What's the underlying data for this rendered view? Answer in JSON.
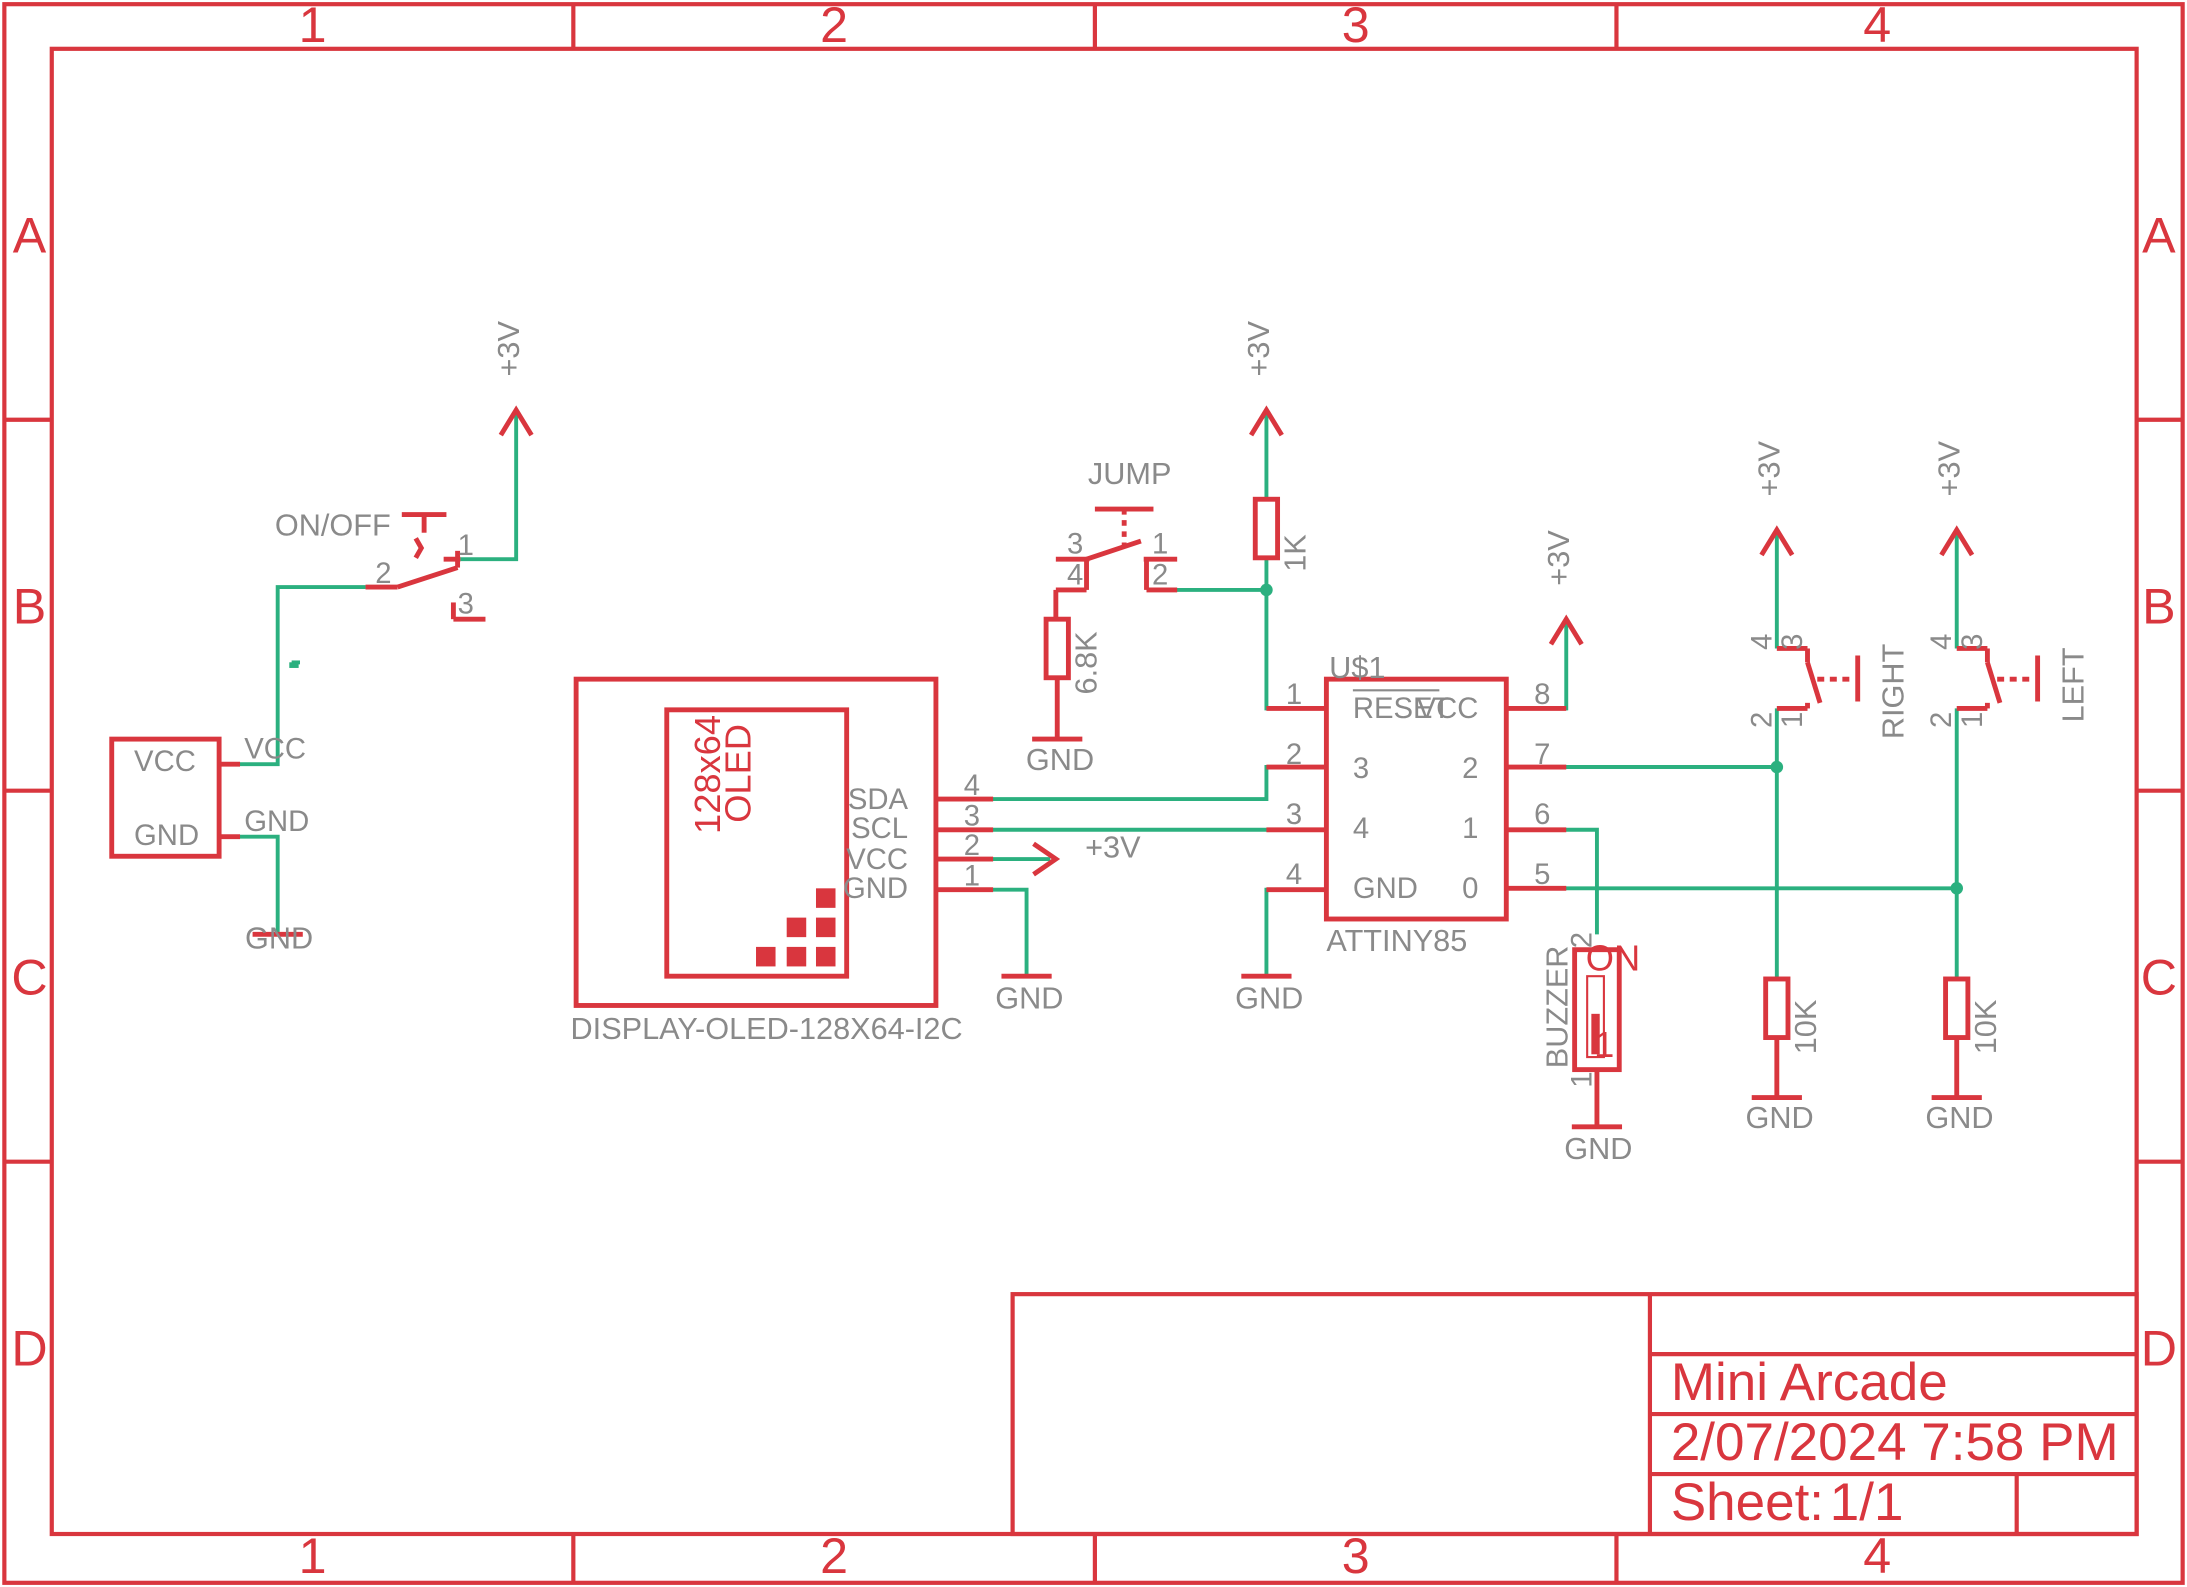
{
  "frame": {
    "columns": [
      "1",
      "2",
      "3",
      "4"
    ],
    "rows": [
      "A",
      "B",
      "C",
      "D"
    ]
  },
  "power_labels": {
    "v3": "+3V",
    "gnd": "GND"
  },
  "components": {
    "switch_onoff": {
      "name": "ON/OFF",
      "pins": [
        "1",
        "2",
        "3"
      ]
    },
    "battery": {
      "pin_vcc": "VCC",
      "pin_gnd": "GND",
      "net_vcc": "VCC",
      "net_gnd": "GND",
      "marker": "-"
    },
    "oled": {
      "name": "DISPLAY-OLED-128X64-I2C",
      "screen_line1": "128x64",
      "screen_line2": "OLED",
      "pins": [
        {
          "label": "SDA",
          "num": "4"
        },
        {
          "label": "SCL",
          "num": "3"
        },
        {
          "label": "VCC",
          "num": "2"
        },
        {
          "label": "GND",
          "num": "1"
        }
      ]
    },
    "jump_button": {
      "name": "JUMP",
      "pins": [
        "3",
        "1",
        "4",
        "2"
      ]
    },
    "r_6k8": {
      "value": "6.8K"
    },
    "r_1k": {
      "value": "1K"
    },
    "attiny": {
      "ref": "U$1",
      "name": "ATTINY85",
      "reset_label": "RESET",
      "left_pins": [
        {
          "num": "1",
          "label": ""
        },
        {
          "num": "2",
          "label": "3"
        },
        {
          "num": "3",
          "label": "4"
        },
        {
          "num": "4",
          "label": "GND"
        }
      ],
      "right_pins": [
        {
          "num": "8",
          "label": "VCC"
        },
        {
          "num": "7",
          "label": "2"
        },
        {
          "num": "6",
          "label": "1"
        },
        {
          "num": "5",
          "label": "0"
        }
      ]
    },
    "buzzer": {
      "name": "BUZZER",
      "on_label": "ON",
      "pin_top": "2",
      "pin_bottom": "1",
      "inner": "1"
    },
    "right_button": {
      "name": "RIGHT",
      "pins": [
        "4",
        "3",
        "2",
        "1"
      ]
    },
    "left_button": {
      "name": "LEFT",
      "pins": [
        "4",
        "3",
        "2",
        "1"
      ]
    },
    "r_10k_a": {
      "value": "10K"
    },
    "r_10k_b": {
      "value": "10K"
    }
  },
  "title_block": {
    "title": "Mini Arcade",
    "date": "2/07/2024 7:58 PM",
    "sheet_label": "Sheet:",
    "sheet_value": "1/1"
  },
  "colors": {
    "frame": "#d9363e",
    "wire": "#2bb07f",
    "text": "#8a8a8a"
  }
}
